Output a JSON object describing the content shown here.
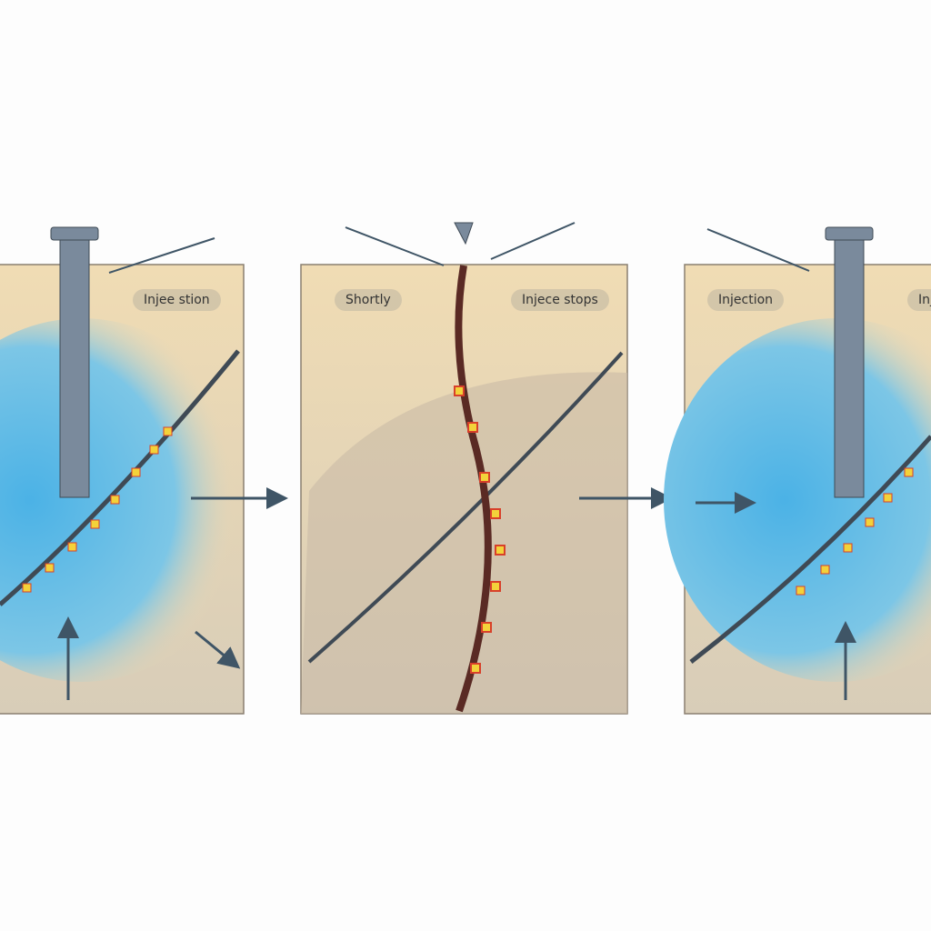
{
  "panels": [
    {
      "label_right": "Injee stion",
      "state": "injection",
      "fluid_color": "#5ab8e6"
    },
    {
      "label_left": "Shortly",
      "label_right": "Injece stops",
      "state": "stopped"
    },
    {
      "label_left": "Injection",
      "label_right": "Inje",
      "state": "injection",
      "fluid_color": "#5ab8e6"
    }
  ],
  "colors": {
    "rock": "#ecd9b4",
    "rock_dark": "#cfc2aa",
    "pipe": "#7a8a9c",
    "arrow": "#3f5566",
    "seismic_yellow": "#f3d23a",
    "seismic_red": "#d8402a"
  },
  "icons": [
    "well-pipe-icon",
    "fault-line-icon",
    "arrow-icon"
  ]
}
